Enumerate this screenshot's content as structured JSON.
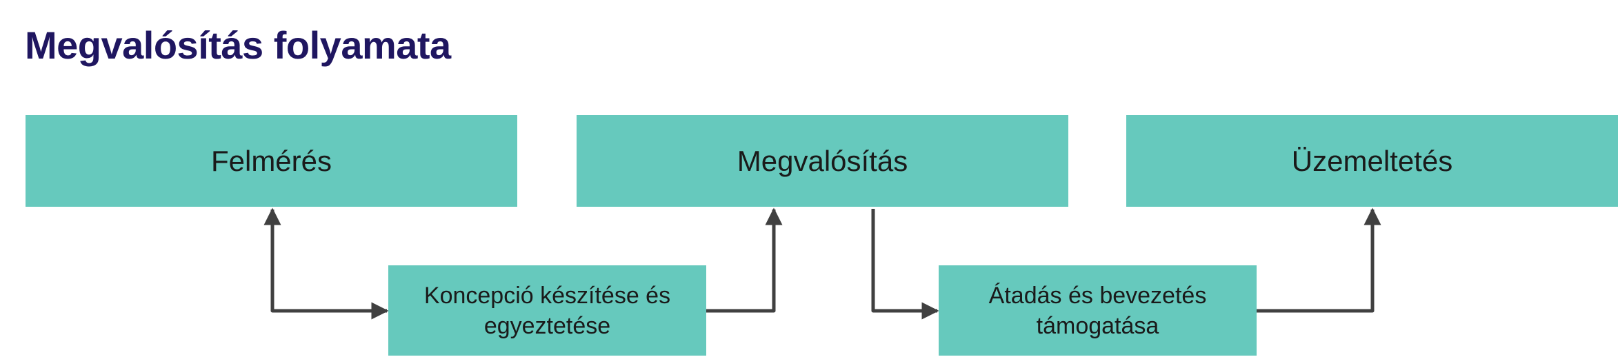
{
  "title": "Megvalósítás folyamata",
  "colors": {
    "title": "#1f1660",
    "box_fill": "#66c9bd",
    "connector": "#404040"
  },
  "phases": [
    {
      "label": "Felmérés"
    },
    {
      "label": "Megvalósítás"
    },
    {
      "label": "Üzemeltetés"
    }
  ],
  "steps": [
    {
      "label": "Koncepció készítése és egyeztetése"
    },
    {
      "label": "Átadás és bevezetés támogatása"
    }
  ],
  "connectors": [
    {
      "from": "Felmérés",
      "to": "Koncepció készítése és egyeztetése",
      "bidirectional": true
    },
    {
      "from": "Koncepció készítése és egyeztetése",
      "to": "Megvalósítás",
      "bidirectional": false
    },
    {
      "from": "Megvalósítás",
      "to": "Átadás és bevezetés támogatása",
      "bidirectional": false
    },
    {
      "from": "Átadás és bevezetés támogatása",
      "to": "Üzemeltetés",
      "bidirectional": false
    }
  ]
}
